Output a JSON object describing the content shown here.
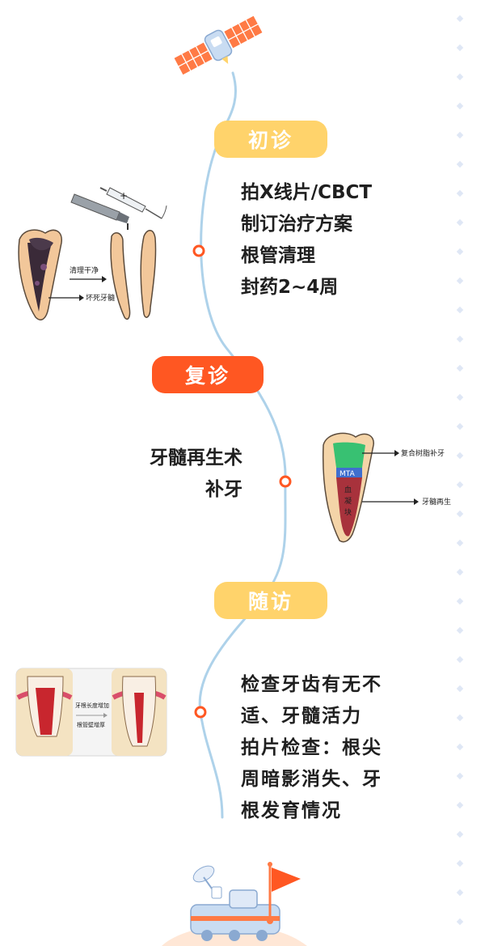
{
  "colors": {
    "curve": "#aed2ea",
    "node_ring": "#ff5722",
    "pill_yellow": "#ffd36b",
    "pill_red": "#ff5722",
    "dot": "#dfe7f5"
  },
  "steps": [
    {
      "title": "初诊",
      "lines": [
        "拍X线片/CBCT",
        "制订治疗方案",
        "根管清理",
        "封药2~4周"
      ],
      "illustration": {
        "labels": [
          "清理干净",
          "坏死牙髓"
        ],
        "icons": [
          "dental-drill-icon",
          "syringe-icon",
          "tooth-decayed-icon",
          "tooth-cleaned-icon"
        ]
      }
    },
    {
      "title": "复诊",
      "lines": [
        "牙髓再生术",
        "补牙"
      ],
      "illustration": {
        "labels": [
          "复合树脂补牙",
          "牙髓再生",
          "MTA",
          "血",
          "凝",
          "块"
        ],
        "icons": [
          "regenerated-tooth-icon"
        ]
      }
    },
    {
      "title": "随访",
      "lines": [
        "检查牙齿有无不",
        "适、牙髓活力",
        "拍片检查：根尖",
        "周暗影消失、牙",
        "根发育情况"
      ],
      "illustration": {
        "labels": [
          "牙根长度增加",
          "根管壁增厚"
        ],
        "icons": [
          "tooth-before-icon",
          "tooth-after-icon"
        ]
      }
    }
  ],
  "decor": [
    "satellite-icon",
    "rover-icon",
    "flag-icon"
  ]
}
